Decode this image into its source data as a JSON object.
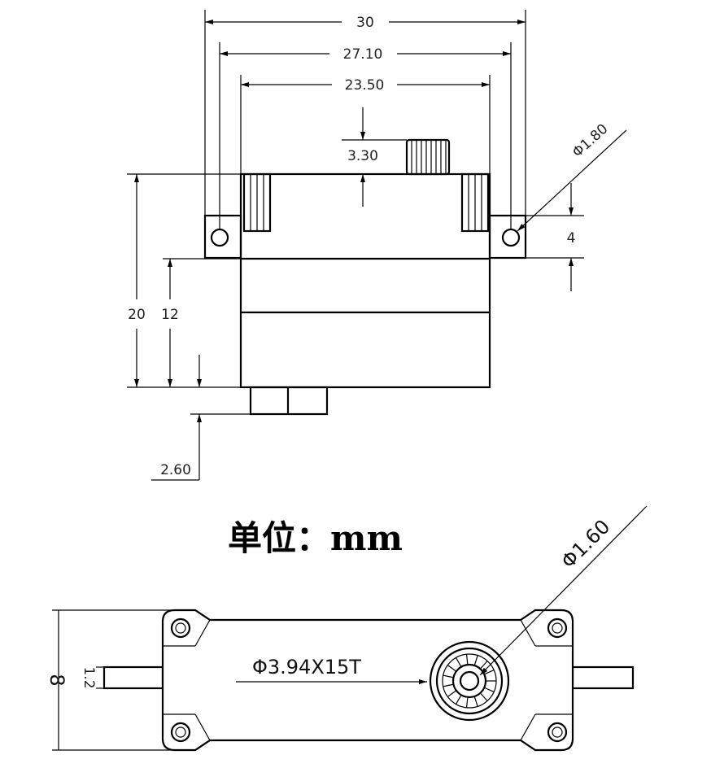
{
  "top_view": {
    "dims": {
      "overall_width": "30",
      "hole_spacing": "27.10",
      "body_width": "23.50",
      "gear_height": "3.30",
      "hole_diameter": "Φ1.80",
      "tab_height": "4",
      "total_height": "20",
      "body_height": "12",
      "bottom_offset": "2.60"
    }
  },
  "unit_label": "单位：mm",
  "bottom_view": {
    "dims": {
      "hole_diameter": "Φ1.60",
      "spline": "Φ3.94X15T",
      "depth": "8",
      "shaft_thickness": "1.2"
    }
  }
}
